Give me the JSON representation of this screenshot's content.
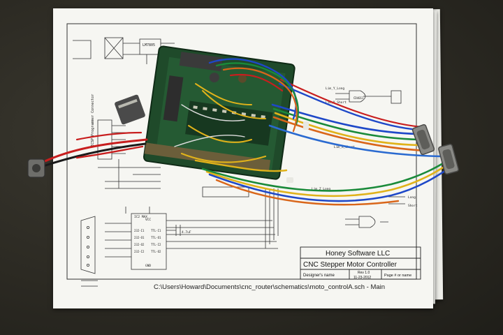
{
  "title_block": {
    "company": "Honey Software LLC",
    "title": "CNC Stepper Motor Controller",
    "designer_label": "Designer's name",
    "rev": "Rev 1.0",
    "date": "11-23-2012",
    "page_label": "Page # or name"
  },
  "file_path": "C:\\Users\\Howard\\Documents\\cnc_router\\schematics\\moto_controlA.sch  -  Main",
  "schematic_labels": {
    "regulator": "LM7805",
    "connector_side": "ICSP Programmer Connector",
    "serial_ic": "IC2 MAX",
    "lim_y_long": "Lim_Y_Long",
    "lim_y_short": "Lim_Y_Short",
    "lim_x_short": "Lim_X_Short",
    "lim_z_long": "Lim_Z_Long",
    "long": "Long",
    "short": "Short",
    "buffer_ic": "CD4011",
    "rs232_pins": [
      "232-I1",
      "232-O1",
      "232-O2",
      "232-I2"
    ],
    "ttl_pins": [
      "TTL-I1",
      "TTL-O1",
      "TTL-I2",
      "TTL-O2"
    ],
    "cap": "4.7uF",
    "gnd": "GND",
    "vcc": "VCC"
  }
}
